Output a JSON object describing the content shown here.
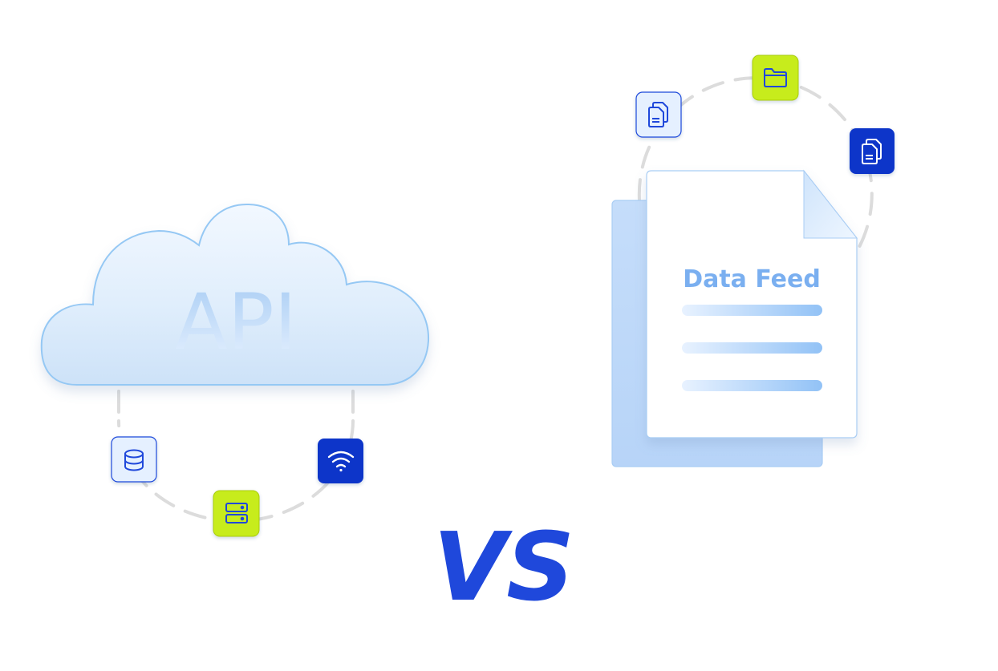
{
  "api": {
    "label": "API",
    "icons": [
      "database-icon",
      "server-icon",
      "wifi-icon"
    ]
  },
  "feed": {
    "title": "Data Feed",
    "icons": [
      "documents-icon",
      "folder-icon",
      "documents-icon"
    ]
  },
  "vs": {
    "label": "VS"
  },
  "colors": {
    "accent_blue": "#1f48db",
    "dark_blue": "#0b34c9",
    "lime": "#c7ec1a",
    "light_blue": "#e5f0ff",
    "cloud_stroke": "#95c8f4",
    "divider": "#8ab6f2",
    "ring": "#dcdcdc"
  }
}
